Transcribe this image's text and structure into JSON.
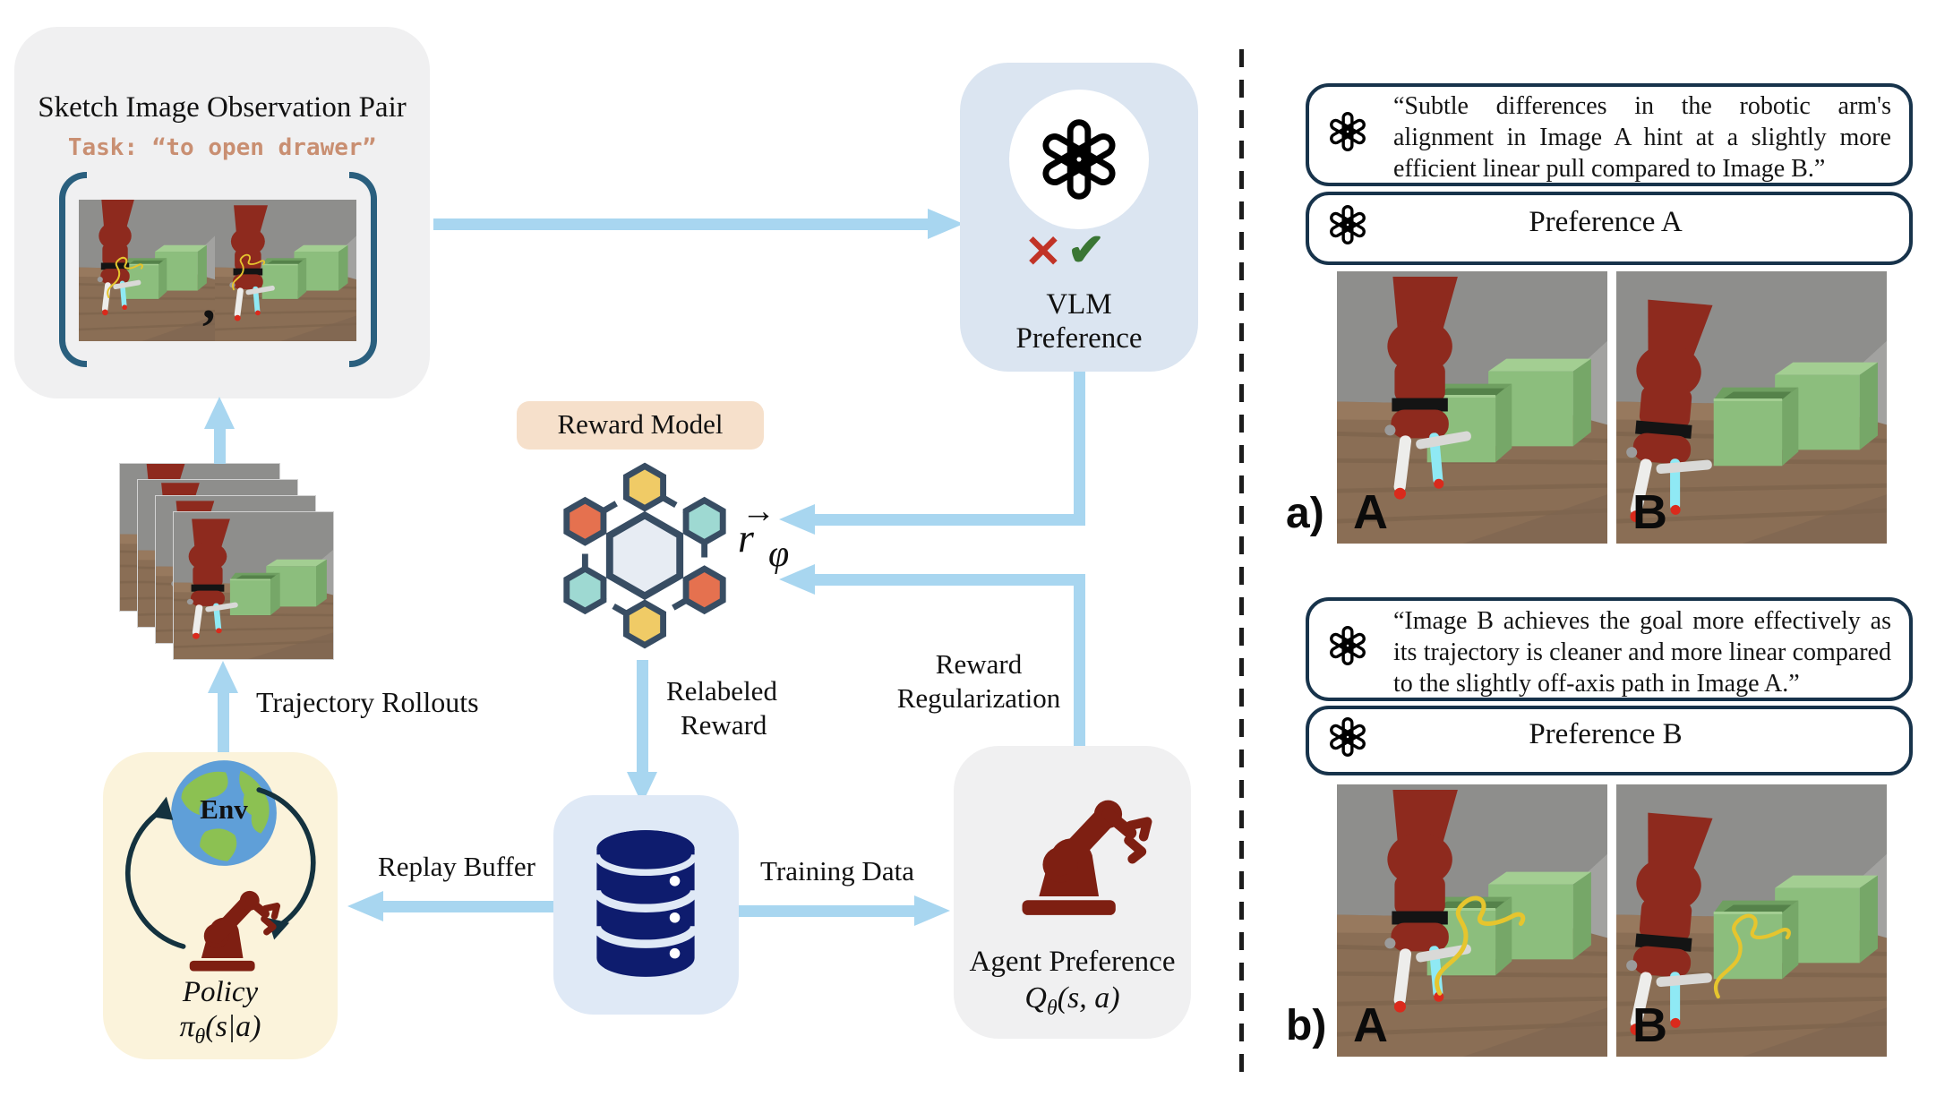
{
  "colors": {
    "arrow_blue": "#A8D6F0",
    "panel_blue": "#DBE5F1",
    "replay_blue": "#DFE9F6",
    "panel_gray": "#F0F0F1",
    "panel_cream": "#FBF3DB",
    "label_peach": "#F6E0CB",
    "border_navy": "#17334B",
    "bracket_blue": "#2A5F7E",
    "success_green": "#3A7634",
    "error_red": "#C13327",
    "robot_red": "#7E1F12",
    "database_navy": "#0E1C6E",
    "drawer_green": "#8CBE7D",
    "task_salmon": "#C98F72",
    "hex_yellow": "#F0CB66",
    "hex_orange": "#E5714F",
    "hex_teal": "#9ED9D2"
  },
  "left": {
    "sketch": {
      "title": "Sketch Image Observation Pair",
      "task": "Task: “to open drawer”",
      "comma": ","
    },
    "vlm": {
      "cross": "✕",
      "check": "✔",
      "line1": "VLM",
      "line2": "Preference"
    },
    "reward_model": {
      "label": "Reward Model",
      "vec": "→",
      "r": "r",
      "phi": "φ"
    },
    "labels": {
      "trajectory_rollouts": "Trajectory Rollouts",
      "relabeled_1": "Relabeled",
      "relabeled_2": "Reward",
      "regularization_1": "Reward",
      "regularization_2": "Regularization",
      "replay_buffer": "Replay Buffer",
      "training_data": "Training Data"
    },
    "env": {
      "name": "Env",
      "policy": "Policy",
      "pi": "π",
      "theta": "θ",
      "args": "(s|a)"
    },
    "agent": {
      "label": "Agent Preference",
      "q": "Q",
      "theta": "θ",
      "args": "(s, a)"
    }
  },
  "right": {
    "a": {
      "tag": "a)",
      "quote": "“Subtle differences in the robotic arm's alignment in Image A hint at a slightly more efficient linear pull compared to Image B.”",
      "preference": "Preference A",
      "img1": "A",
      "img2": "B"
    },
    "b": {
      "tag": "b)",
      "quote": "“Image B achieves the goal more effectively as its trajectory is cleaner and more linear compared to the slightly off-axis path in Image A.”",
      "preference": "Preference B",
      "img1": "A",
      "img2": "B"
    }
  }
}
